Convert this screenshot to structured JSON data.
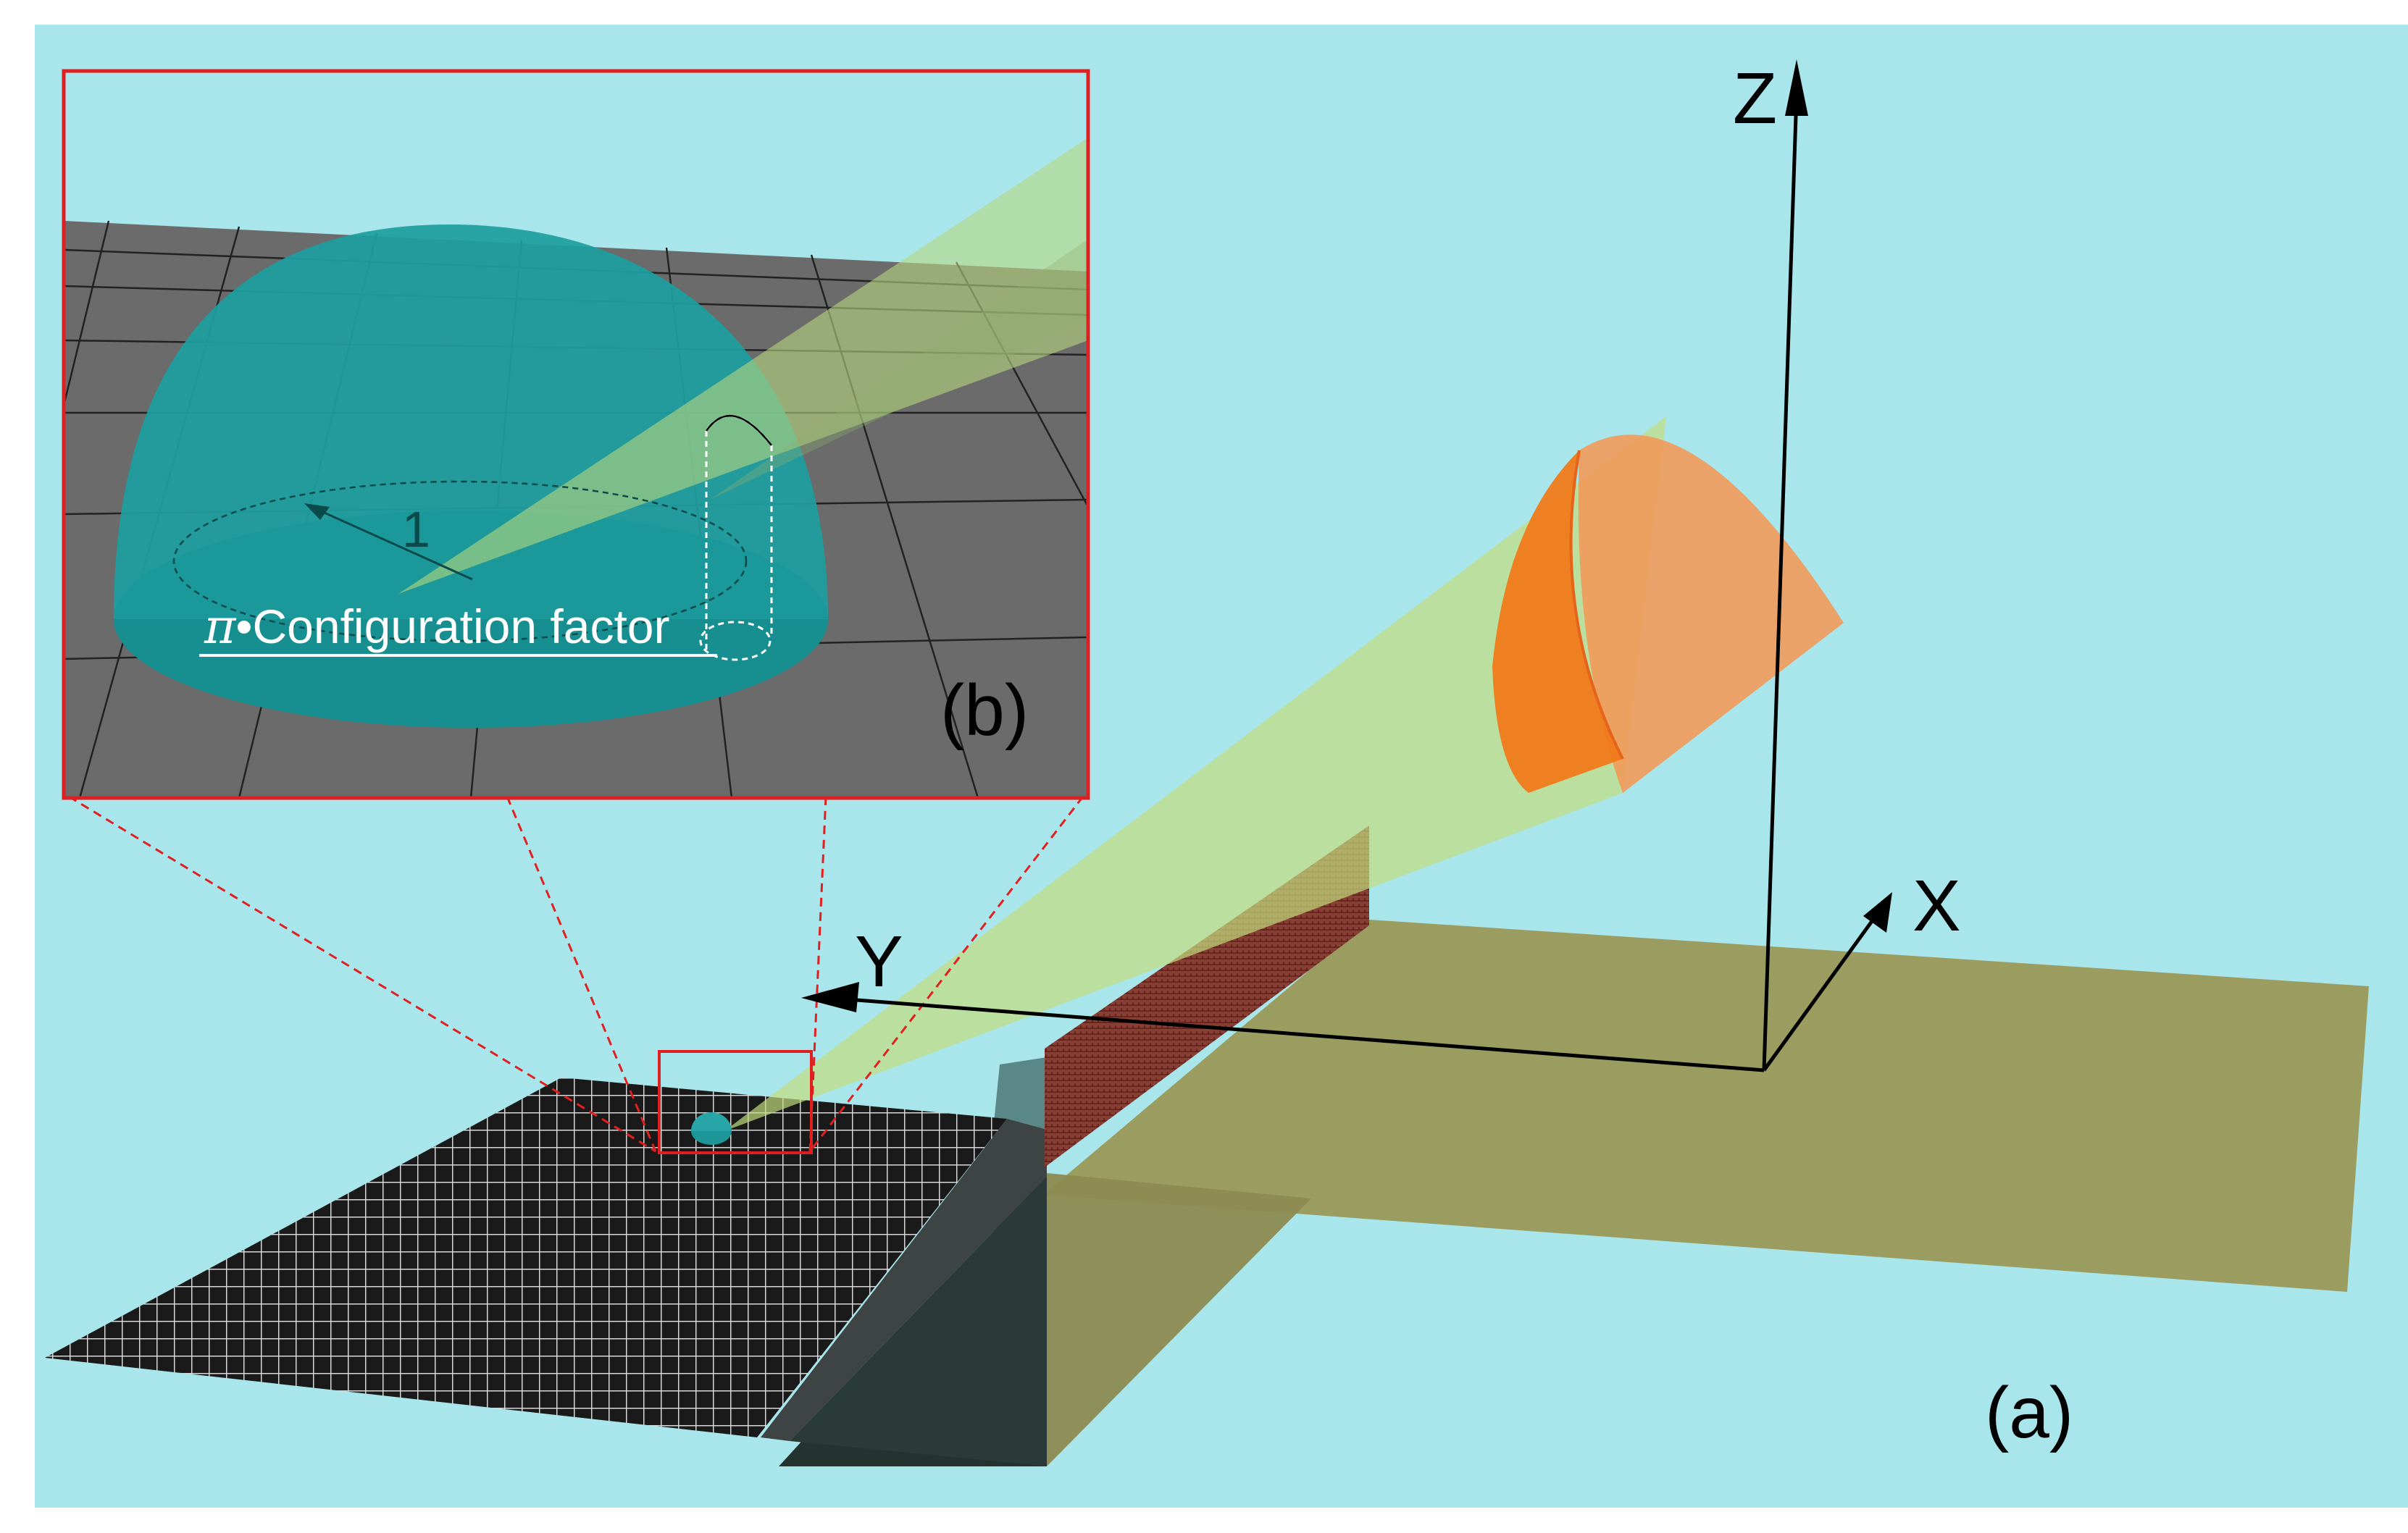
{
  "axes": {
    "x_label": "X",
    "y_label": "Y",
    "z_label": "Z"
  },
  "panels": {
    "main_label": "(a)",
    "inset_label": "(b)"
  },
  "inset": {
    "radius_label": "1",
    "caption": "π•Configuration factor",
    "caption_symbol": "π",
    "caption_text": "•Configuration factor"
  },
  "colors": {
    "background": "#a8e6ec",
    "hemisphere": "#1e9698",
    "grid_floor": "#5f5f5f",
    "view_cone": "#b8d77e",
    "projection_cap": "#f08a3c",
    "target_plane": "#9a9858",
    "wall": "#7a3a30",
    "inset_border": "#e02020"
  }
}
